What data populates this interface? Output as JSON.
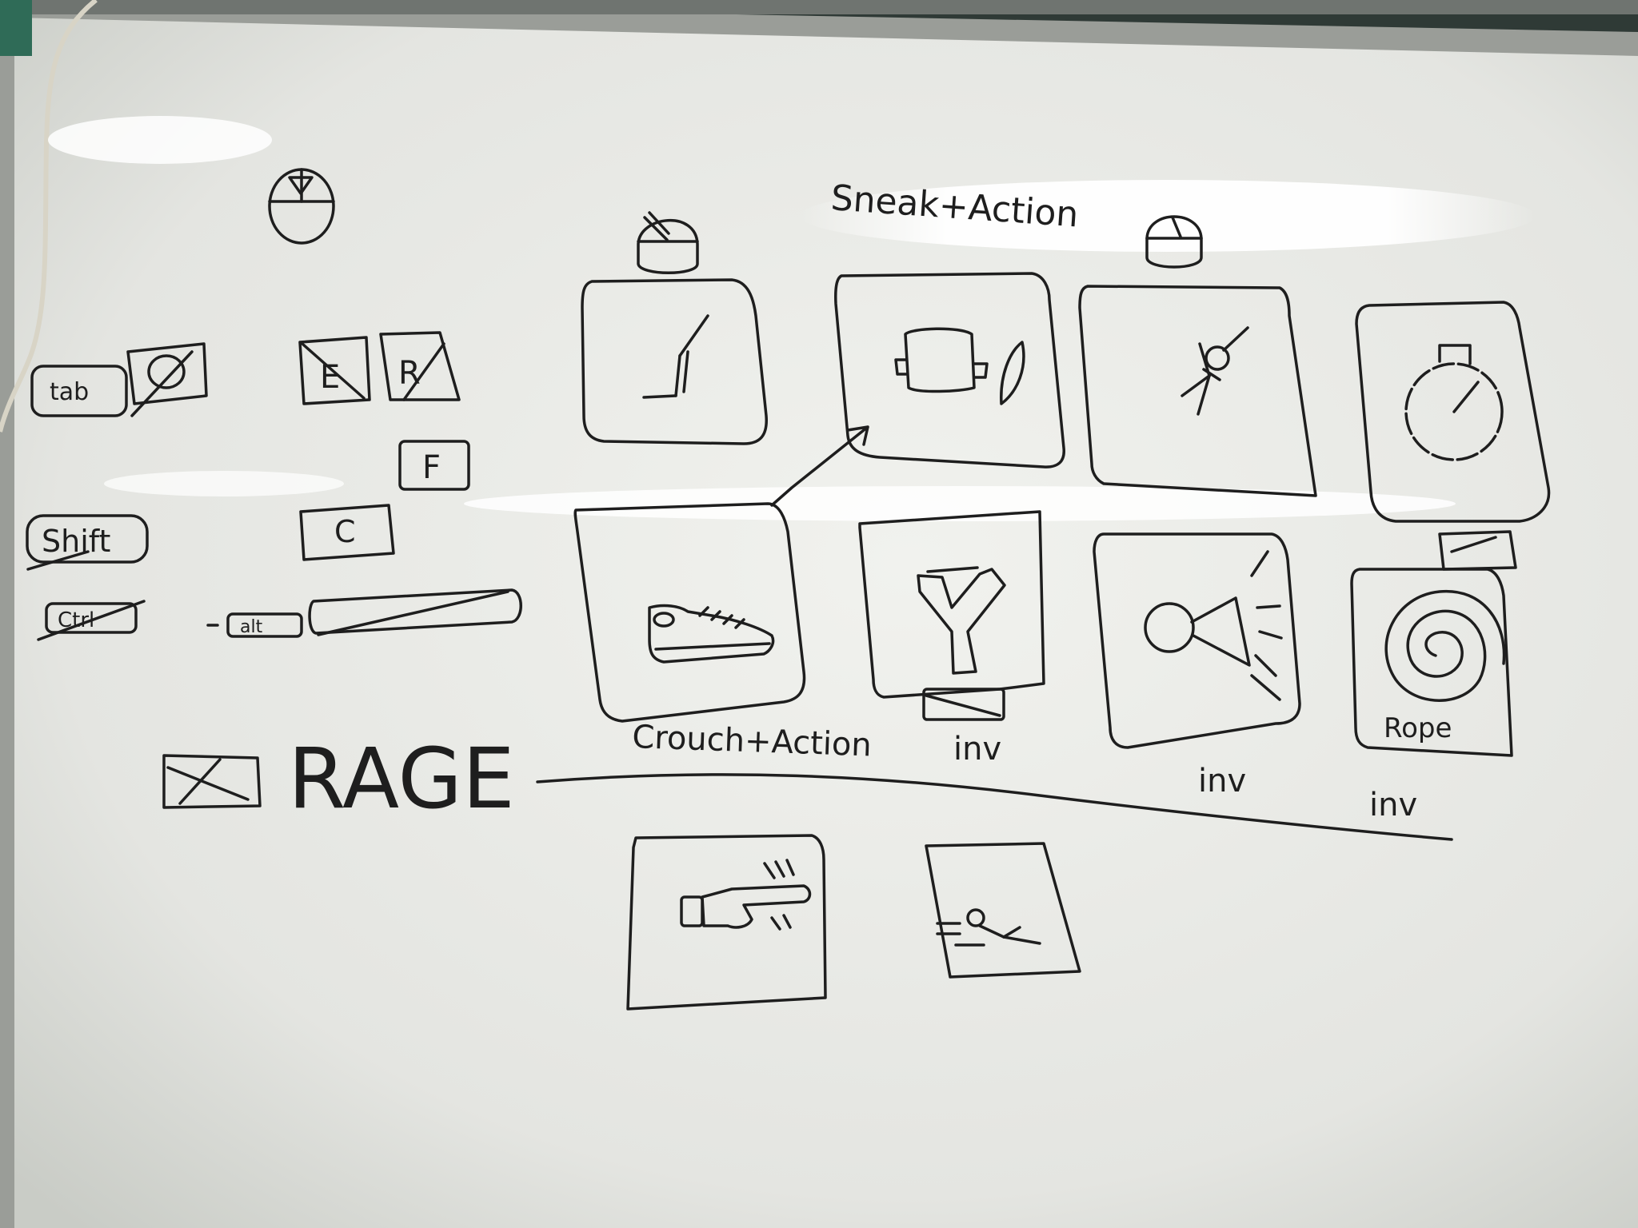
{
  "colors": {
    "board": "#e9eae6",
    "board_shadow": "#bfc2bc",
    "frame": "#9a9d98",
    "marker": "#1e1e1e",
    "glare": "#ffffff",
    "wall": "#2f3a36"
  },
  "header": {
    "title": "Sneak+Action"
  },
  "keys": {
    "tab": "tab",
    "e": "E",
    "r": "R",
    "f": "F",
    "shift": "Shift",
    "c": "C",
    "ctrl": "Ctrl",
    "alt": "alt"
  },
  "captions": {
    "crouch_action": "Crouch+Action",
    "inv_slingshot": "inv",
    "inv_horn": "inv",
    "inv_rope": "inv",
    "rope": "Rope"
  },
  "rage": {
    "label": "RAGE"
  },
  "icons": [
    "mouse-icon",
    "knife-icon",
    "pot-icon",
    "jump-figure-icon",
    "stopwatch-icon",
    "sneaker-icon",
    "slingshot-icon",
    "horn-icon",
    "rope-icon",
    "punch-icon",
    "dash-figure-icon"
  ]
}
